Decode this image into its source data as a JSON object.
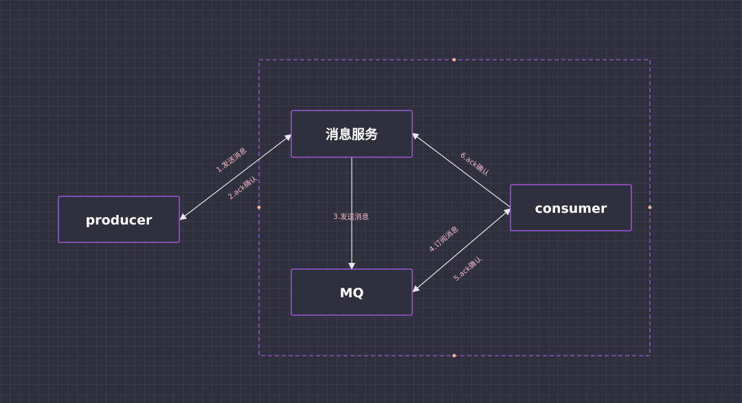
{
  "colors": {
    "background": "#2f303d",
    "node_border": "#9b59d6",
    "node_fill": "#2f303d",
    "group_border": "#9b59d6",
    "arrow": "#e8e8e8",
    "label_text": "#f0b8c8",
    "handle": "#f5b39a"
  },
  "nodes": {
    "producer": "producer",
    "message_service": "消息服务",
    "mq": "MQ",
    "consumer": "consumer"
  },
  "edges": {
    "send_to_service": "1.发送消息",
    "ack_to_producer": "2.ack确认",
    "service_to_mq": "3.发送消息",
    "subscribe": "4.订阅消息",
    "ack_to_mq": "5.ack确认",
    "ack_to_service": "6.ack确认"
  }
}
